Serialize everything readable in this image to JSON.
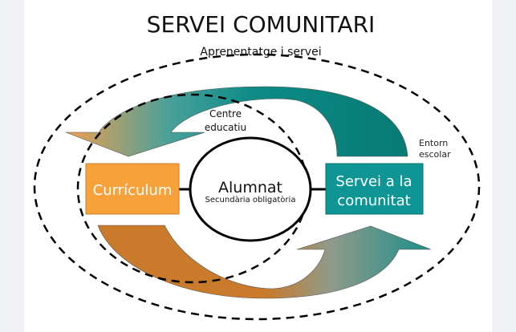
{
  "title": "SERVEI COMUNITARI",
  "subtitle": "Aprenentatge i servei",
  "labels": {
    "centre": [
      "Centre",
      "educatiu"
    ],
    "entorn": [
      "Entorn",
      "escolar"
    ]
  },
  "nodes": {
    "curriculum": "Currículum",
    "alumnat": "Alumnat",
    "alumnat_sub": "Secundària obligatòria",
    "servei": [
      "Servei a la",
      "comunitat"
    ]
  },
  "colors": {
    "orange": "#f7a13a",
    "dark_orange": "#c97a2a",
    "teal": "#0e9594",
    "dark_teal": "#077a74"
  }
}
